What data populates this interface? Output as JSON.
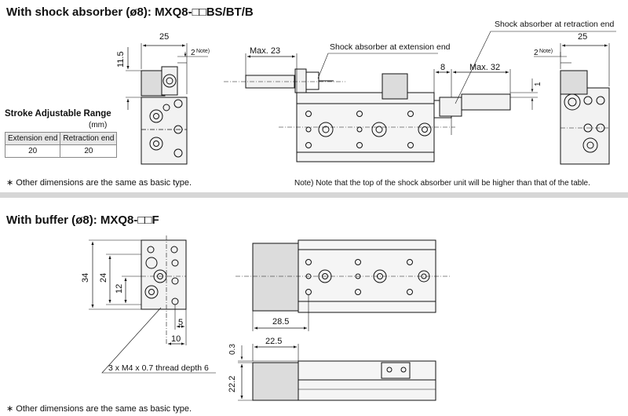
{
  "section1": {
    "title_prefix": "With shock absorber (",
    "title_phi": "ø8",
    "title_suffix": "): MXQ8-",
    "title_boxes": "□□",
    "title_end": "BS/BT/B",
    "left_view": {
      "width_dim": "25",
      "height_dim": "11.5",
      "note_dim": "2",
      "note_sup": "Note)"
    },
    "front_view": {
      "max23": "Max. 23",
      "ext_label": "Shock absorber at extension end",
      "ret_label": "Shock absorber at retraction end",
      "dim8": "8",
      "max32": "Max. 32",
      "dim1": "1"
    },
    "right_view": {
      "width_dim": "25",
      "note_dim": "2",
      "note_sup": "Note)"
    },
    "stroke_range": {
      "title": "Stroke Adjustable Range",
      "unit": "(mm)",
      "headers": [
        "Extension end",
        "Retraction end"
      ],
      "values": [
        "20",
        "20"
      ]
    },
    "footnote": "∗ Other dimensions are the same as basic type.",
    "note": "Note) Note that the top of the shock absorber unit will be higher than that of the table."
  },
  "section2": {
    "title_prefix": "With buffer (",
    "title_phi": "ø8",
    "title_suffix": "): MXQ8-",
    "title_boxes": "□□",
    "title_end": "F",
    "end_view": {
      "dim34": "34",
      "dim24": "24",
      "dim12": "12",
      "dim5": "5",
      "dim10": "10",
      "thread": "3 x M4 x 0.7 thread depth 6"
    },
    "top_view": {
      "dim285": "28.5"
    },
    "side_view": {
      "dim225": "22.5",
      "dim03": "0.3",
      "dim222": "22.2"
    },
    "footnote": "∗ Other dimensions are the same as basic type."
  },
  "colors": {
    "separator": "#d6d6d6",
    "body_fill": "#f2f2f2",
    "buffer_fill": "#dcdcdc",
    "table_header": "#e6e6e6"
  }
}
